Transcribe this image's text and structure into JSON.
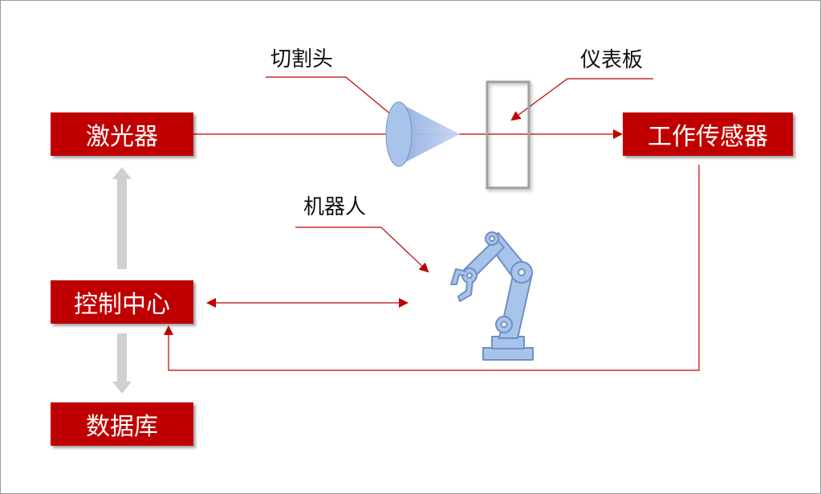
{
  "nodes": {
    "laser": "激光器",
    "sensor": "工作传感器",
    "control": "控制中心",
    "database": "数据库"
  },
  "callouts": {
    "cutting_head": "切割头",
    "panel": "仪表板",
    "robot": "机器人"
  },
  "colors": {
    "node_fill": "#c00000",
    "connector": "#c00000",
    "arrow_gray": "#d0d0d0",
    "device_blue": "#a9c4ea",
    "device_outline": "#6f8fc4"
  },
  "icons": [
    "cutting-head-icon",
    "robot-arm-icon",
    "panel-frame-icon"
  ]
}
